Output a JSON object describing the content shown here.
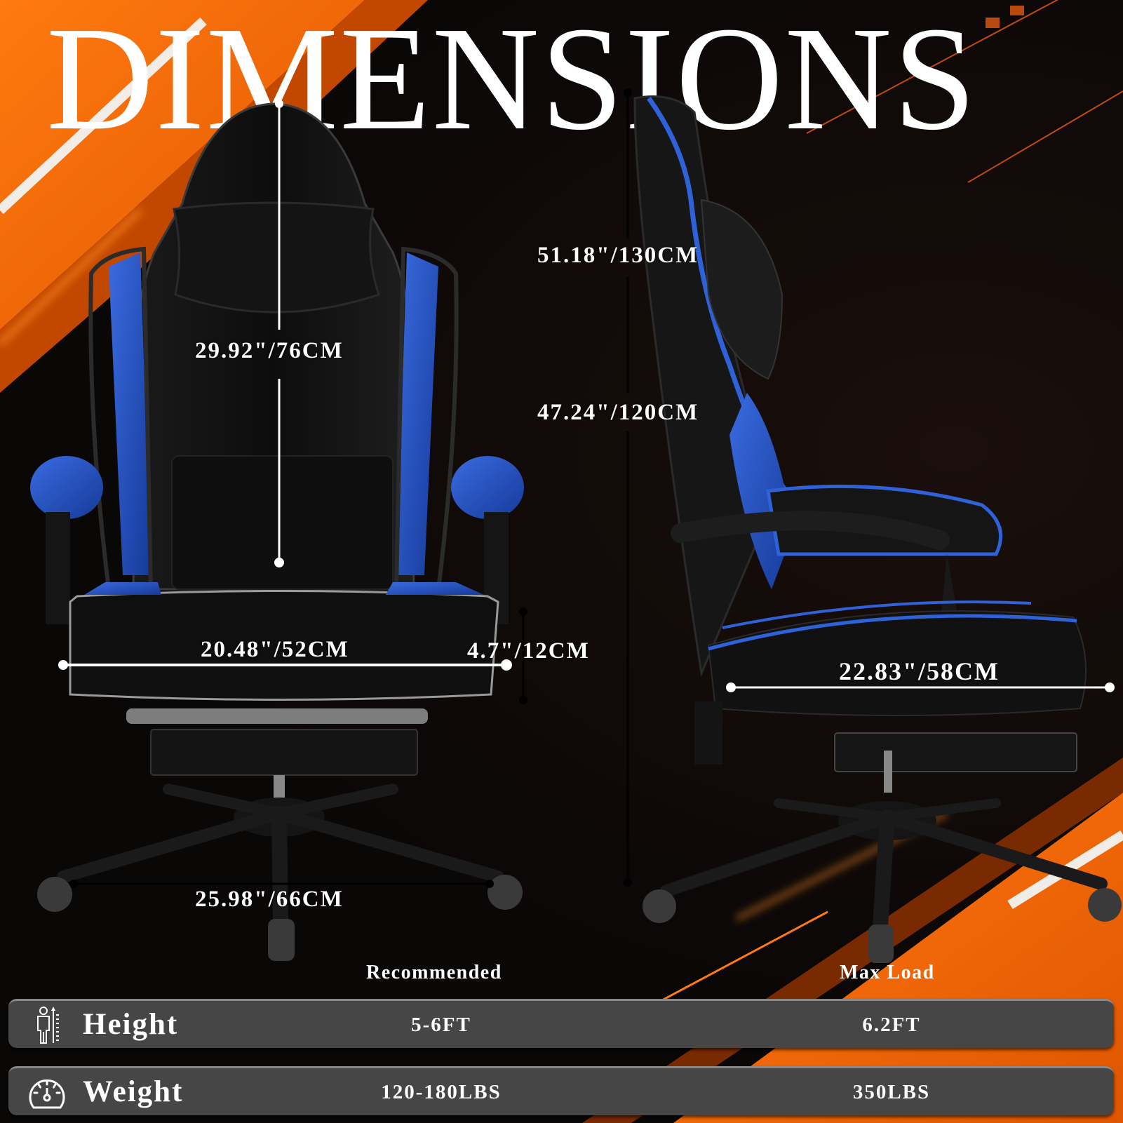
{
  "title": "DIMENSIONS",
  "colors": {
    "background": "#0a0707",
    "accent_orange": "#ff6a00",
    "chair_blue": "#1f4fbf",
    "row_background": "#464646",
    "text": "#ffffff"
  },
  "front_view": {
    "backrest_height": "29.92\"/76CM",
    "seat_width": "20.48\"/52CM",
    "seat_thickness": "4.7\"/12CM",
    "base_width": "25.98\"/66CM"
  },
  "side_view": {
    "max_height": "51.18\"/130CM",
    "min_height": "47.24\"/120CM",
    "seat_depth": "22.83\"/58CM"
  },
  "specs": {
    "columns": [
      "Recommended",
      "Max Load"
    ],
    "rows": [
      {
        "icon": "person-height-icon",
        "label": "Height",
        "recommended": "5-6FT",
        "max": "6.2FT"
      },
      {
        "icon": "speedometer-icon",
        "label": "Weight",
        "recommended": "120-180LBS",
        "max": "350LBS"
      }
    ]
  }
}
